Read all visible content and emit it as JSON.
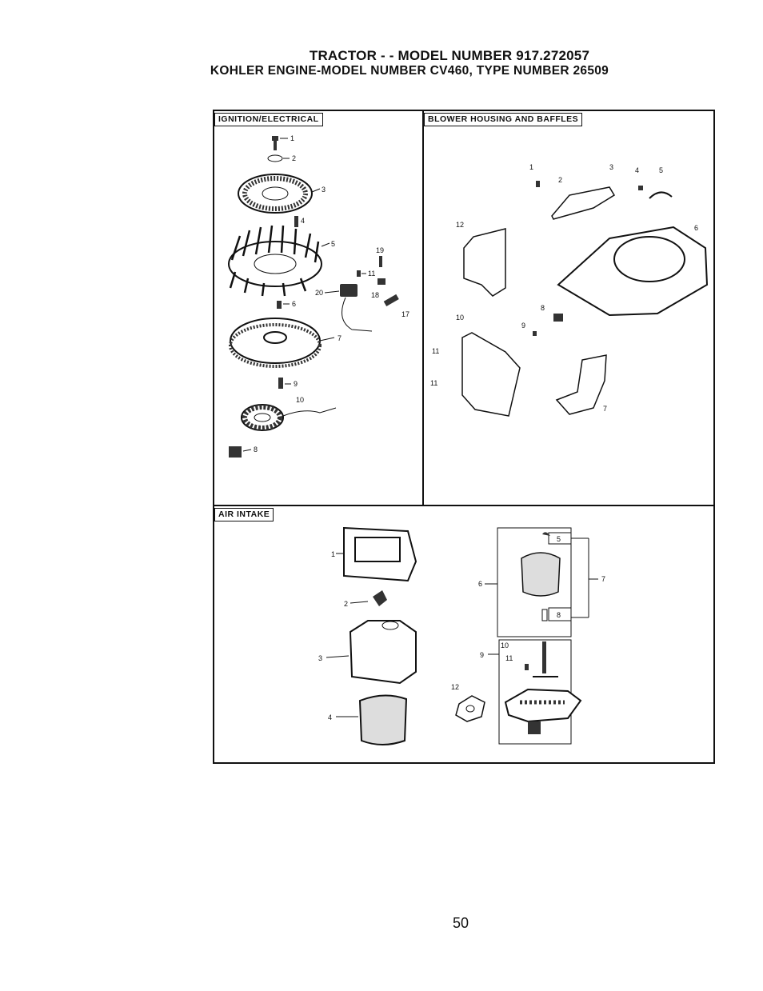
{
  "header": {
    "title_line1": "TRACTOR - - MODEL NUMBER 917.272057",
    "title_line2": "KOHLER ENGINE-MODEL NUMBER CV460, TYPE NUMBER 26509"
  },
  "sections": {
    "ignition": {
      "label": "IGNITION/ELECTRICAL",
      "callouts": [
        "1",
        "2",
        "3",
        "4",
        "5",
        "19",
        "11",
        "20",
        "18",
        "6",
        "17",
        "7",
        "9",
        "10",
        "8"
      ]
    },
    "blower": {
      "label": "BLOWER HOUSING AND BAFFLES",
      "callouts": [
        "1",
        "2",
        "3",
        "4",
        "5",
        "6",
        "12",
        "8",
        "9",
        "10",
        "11",
        "11",
        "7"
      ]
    },
    "air_intake": {
      "label": "AIR INTAKE",
      "callouts": [
        "1",
        "2",
        "3",
        "4",
        "5",
        "6",
        "7",
        "8",
        "9",
        "10",
        "11",
        "12"
      ]
    }
  },
  "footer": {
    "page_number": "50"
  }
}
